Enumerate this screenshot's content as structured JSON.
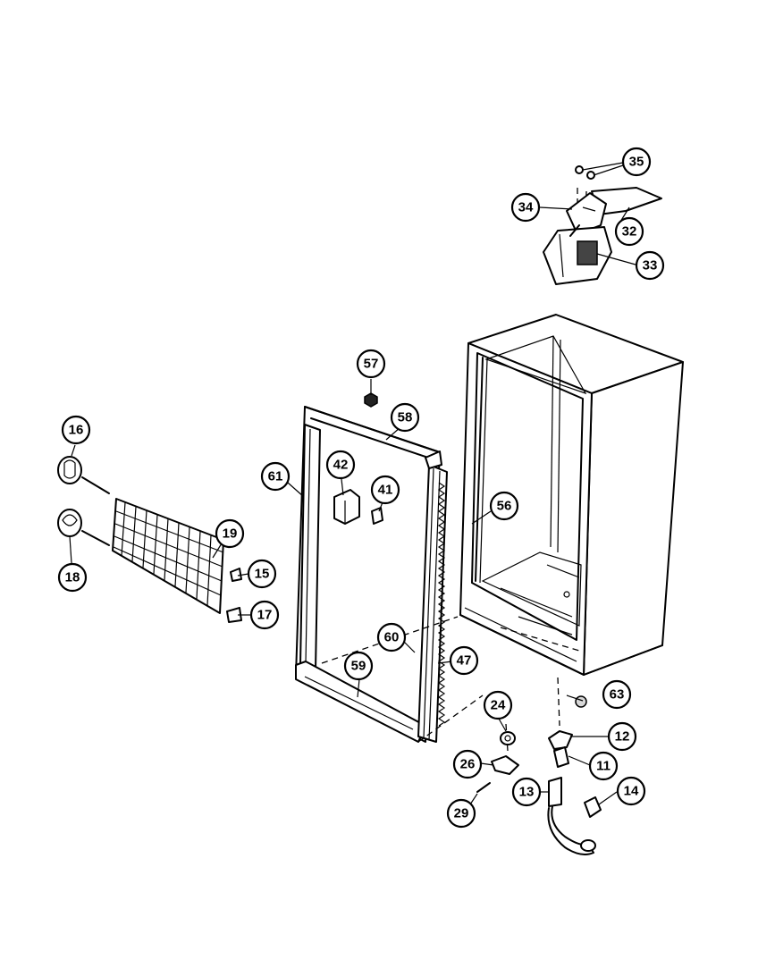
{
  "callouts": [
    {
      "id": "11",
      "label": "11"
    },
    {
      "id": "12",
      "label": "12"
    },
    {
      "id": "13",
      "label": "13"
    },
    {
      "id": "14",
      "label": "14"
    },
    {
      "id": "15",
      "label": "15"
    },
    {
      "id": "16",
      "label": "16"
    },
    {
      "id": "17",
      "label": "17"
    },
    {
      "id": "18",
      "label": "18"
    },
    {
      "id": "19",
      "label": "19"
    },
    {
      "id": "24",
      "label": "24"
    },
    {
      "id": "26",
      "label": "26"
    },
    {
      "id": "29",
      "label": "29"
    },
    {
      "id": "32",
      "label": "32"
    },
    {
      "id": "33",
      "label": "33"
    },
    {
      "id": "34",
      "label": "34"
    },
    {
      "id": "35",
      "label": "35"
    },
    {
      "id": "41",
      "label": "41"
    },
    {
      "id": "42",
      "label": "42"
    },
    {
      "id": "47",
      "label": "47"
    },
    {
      "id": "56",
      "label": "56"
    },
    {
      "id": "57",
      "label": "57"
    },
    {
      "id": "58",
      "label": "58"
    },
    {
      "id": "59",
      "label": "59"
    },
    {
      "id": "60",
      "label": "60"
    },
    {
      "id": "61",
      "label": "61"
    },
    {
      "id": "63",
      "label": "63"
    }
  ]
}
